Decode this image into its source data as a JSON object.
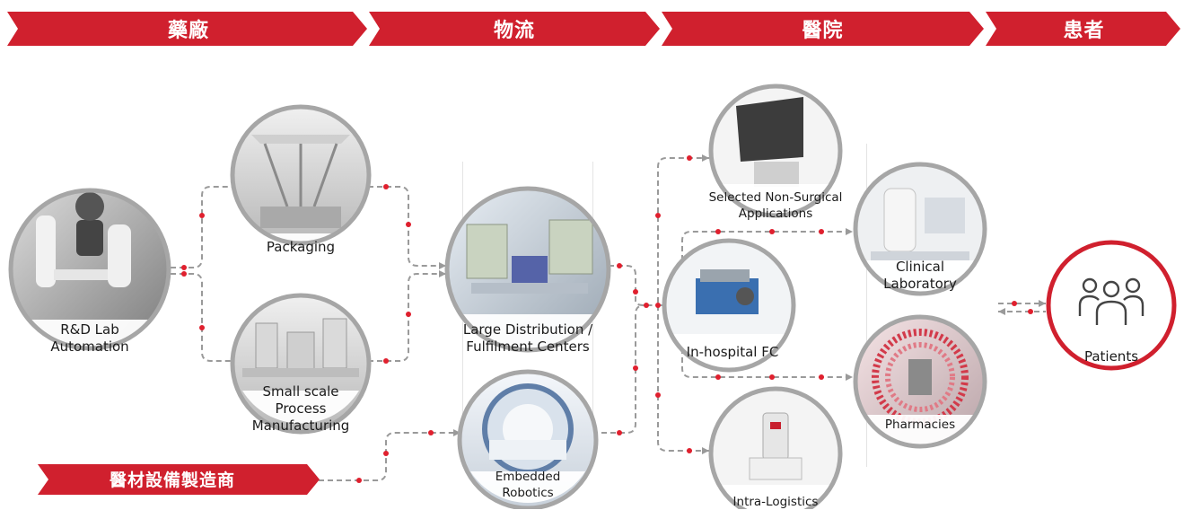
{
  "stages": [
    "藥廠",
    "物流",
    "醫院",
    "患者"
  ],
  "manufacturer_label": "醫材設備製造商",
  "nodes": {
    "rd_lab": "R&D Lab\nAutomation",
    "packaging": "Packaging",
    "small_scale": "Small scale\nProcess\nManufacturing",
    "distribution": "Large Distribution /\nFulfilment Centers",
    "embedded": "Embedded\nRobotics",
    "non_surgical": "Selected Non-Surgical\nApplications",
    "in_hospital": "In-hospital FC",
    "intra_logistics": "Intra-Logistics",
    "clinical_lab": "Clinical\nLaboratory",
    "pharmacies": "Pharmacies",
    "patients": "Patients"
  },
  "colors": {
    "accent": "#d0202e",
    "ring": "#a6a6a6",
    "connector": "#9a9a9a",
    "dot": "#e0202e"
  }
}
